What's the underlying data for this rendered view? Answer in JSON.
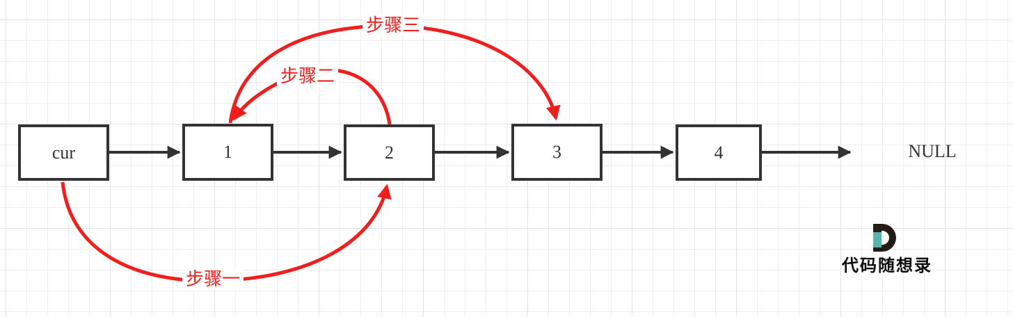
{
  "diagram": {
    "nodes": [
      {
        "label": "cur"
      },
      {
        "label": "1"
      },
      {
        "label": "2"
      },
      {
        "label": "3"
      },
      {
        "label": "4"
      }
    ],
    "terminal_label": "NULL",
    "step_labels": [
      {
        "label": "步骤一"
      },
      {
        "label": "步骤二"
      },
      {
        "label": "步骤三"
      }
    ],
    "colors": {
      "node_border": "#333333",
      "pointer_arrow": "#333333",
      "step_arrow": "#f21e1e",
      "grid_line": "#ededed"
    }
  },
  "logo": {
    "brand_text": "代码随想录",
    "mark_letter": "D",
    "mark_color": "#241b15",
    "mark_accent": "#57b4ae"
  }
}
